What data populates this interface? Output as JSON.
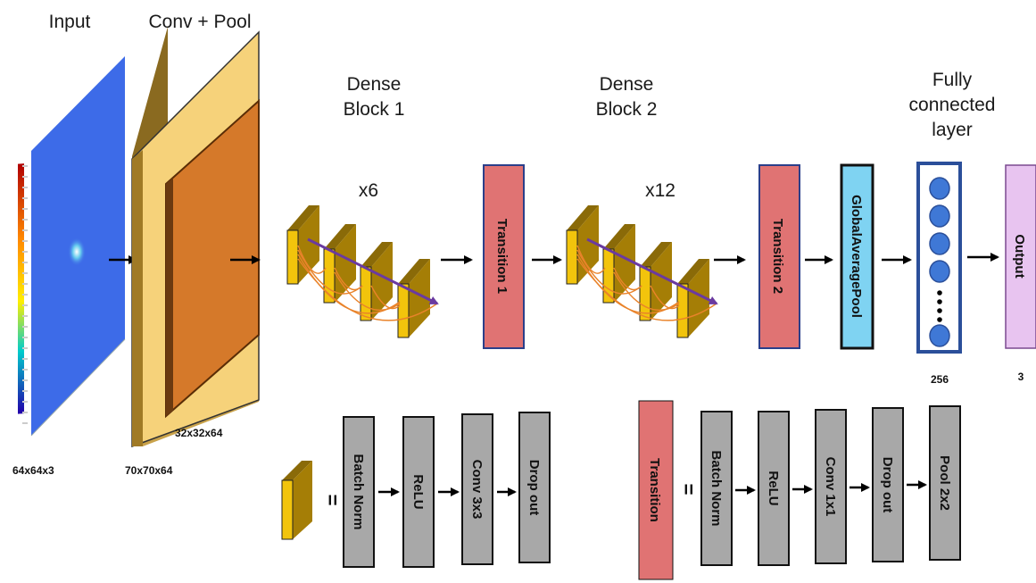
{
  "headers": {
    "input": "Input",
    "conv_pool": "Conv + Pool",
    "dense1_line1": "Dense",
    "dense1_line2": "Block 1",
    "dense2_line1": "Dense",
    "dense2_line2": "Block 2",
    "fc_line1": "Fully",
    "fc_line2": "connected",
    "fc_line3": "layer"
  },
  "repeats": {
    "dense1": "x6",
    "dense2": "x12"
  },
  "dims": {
    "input": "64x64x3",
    "conv": "70x70x64",
    "pool": "32x32x64",
    "fc_units": "256",
    "output_units": "3"
  },
  "blocks": {
    "transition1": "Transition 1",
    "transition2": "Transition 2",
    "global_pool": "GlobalAveragePool",
    "output": "Output"
  },
  "legend_layer": {
    "equals": "=",
    "steps": [
      "Batch Norm",
      "ReLU",
      "Conv 3x3",
      "Drop out"
    ]
  },
  "legend_transition": {
    "label": "Transition",
    "equals": "=",
    "steps": [
      "Batch Norm",
      "ReLU",
      "Conv 1x1",
      "Drop out",
      "Pool 2x2"
    ]
  },
  "colors": {
    "input_blue": "#3d6be8",
    "conv_outer": "#f6d27a",
    "conv_inner": "#d5792a",
    "dense_layer": "#f2c40c",
    "skip_connection": "#e9832a",
    "transition": "#e07373",
    "global_pool": "#7fd3f2",
    "fc_node": "#3f78d6",
    "output": "#e8c4f0",
    "legend_box": "#a8a8a8"
  }
}
